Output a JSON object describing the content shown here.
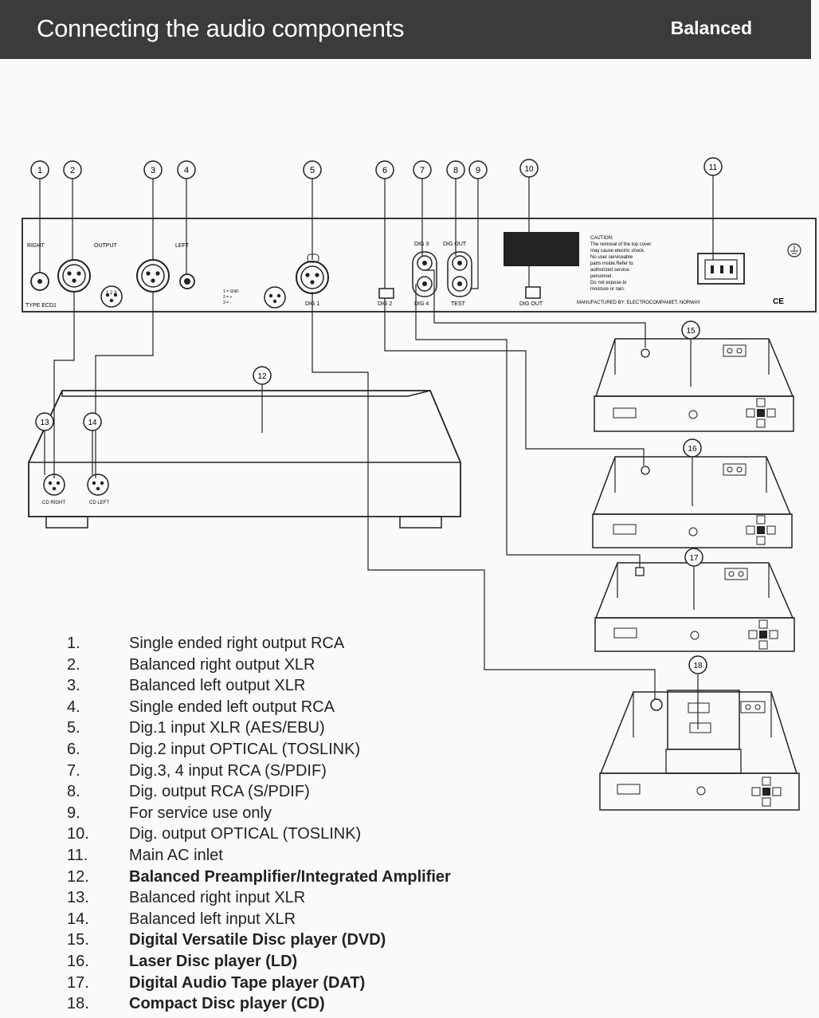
{
  "header": {
    "title": "Connecting the audio components",
    "tag": "Balanced"
  },
  "panel": {
    "right": "RIGHT",
    "output": "OUTPUT",
    "left": "LEFT",
    "type": "TYPE ECD1",
    "xlr_pins": "1 2 3",
    "pin_legend": [
      "1 = GND",
      "2 = +",
      "3 = -"
    ],
    "dig1": "DIG 1",
    "dig2": "DIG 2",
    "dig3": "DIG 3",
    "dig4": "DIG 4",
    "dig_out_rca": "DIG OUT",
    "test": "TEST",
    "dig_out_opt": "DIG OUT",
    "caution": [
      "CAUTION:",
      "The removal of the top cover",
      "may cause electric shock.",
      "No user serviceable",
      "parts inside.Refer to",
      "authorized service",
      "personnel.",
      "Do not expose to",
      "moisture or rain."
    ],
    "manufacturer": "MANUFACTURED BY: ELECTROCOMPANIET, NORWAY",
    "ce": "CE"
  },
  "amp": {
    "cd_right": "CD RIGHT",
    "cd_left": "CD LEFT"
  },
  "callouts": [
    "1",
    "2",
    "3",
    "4",
    "5",
    "6",
    "7",
    "8",
    "9",
    "10",
    "11",
    "12",
    "13",
    "14",
    "15",
    "16",
    "17",
    "18"
  ],
  "legend": [
    {
      "num": "1.",
      "text": "Single ended right output RCA",
      "bold": false
    },
    {
      "num": "2.",
      "text": "Balanced right output XLR",
      "bold": false
    },
    {
      "num": "3.",
      "text": "Balanced left output XLR",
      "bold": false
    },
    {
      "num": "4.",
      "text": "Single ended left output RCA",
      "bold": false
    },
    {
      "num": "5.",
      "text": "Dig.1 input XLR (AES/EBU)",
      "bold": false
    },
    {
      "num": "6.",
      "text": "Dig.2 input OPTICAL (TOSLINK)",
      "bold": false
    },
    {
      "num": "7.",
      "text": "Dig.3, 4 input RCA (S/PDIF)",
      "bold": false
    },
    {
      "num": "8.",
      "text": "Dig. output RCA (S/PDIF)",
      "bold": false
    },
    {
      "num": "9.",
      "text": "For service use only",
      "bold": false
    },
    {
      "num": "10.",
      "text": "Dig. output OPTICAL (TOSLINK)",
      "bold": false
    },
    {
      "num": "11.",
      "text": "Main AC inlet",
      "bold": false
    },
    {
      "num": "12.",
      "text": "Balanced Preamplifier/Integrated Amplifier",
      "bold": true
    },
    {
      "num": "13.",
      "text": "Balanced right input XLR",
      "bold": false
    },
    {
      "num": "14.",
      "text": "Balanced left input XLR",
      "bold": false
    },
    {
      "num": "15.",
      "text": "Digital Versatile Disc player (DVD)",
      "bold": true
    },
    {
      "num": "16.",
      "text": "Laser Disc player (LD)",
      "bold": true
    },
    {
      "num": "17.",
      "text": "Digital Audio Tape player (DAT)",
      "bold": true
    },
    {
      "num": "18.",
      "text": "Compact Disc player (CD)",
      "bold": true
    }
  ]
}
